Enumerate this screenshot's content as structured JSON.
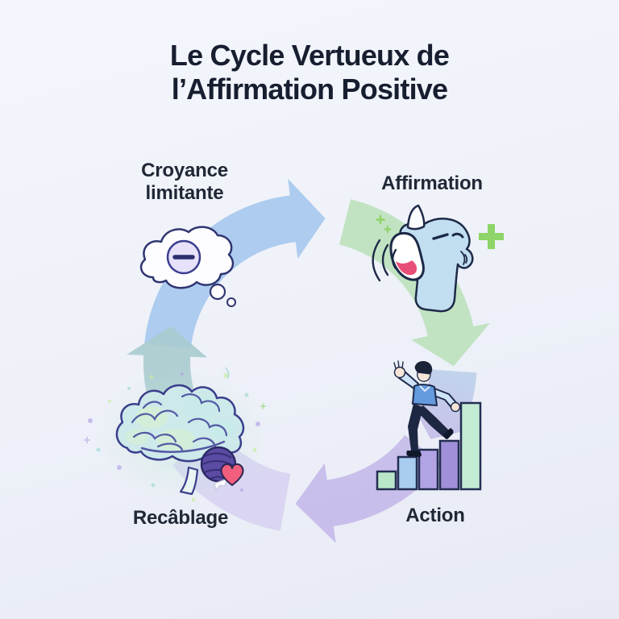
{
  "title": {
    "line1": "Le Cycle Vertueux de",
    "line2": "l’Affirmation Positive"
  },
  "stages": [
    {
      "id": "croyance-limitante",
      "label": "Croyance limitante",
      "label_line1": "Croyance",
      "label_line2": "limitante",
      "icon": "thought-bubble-minus-icon"
    },
    {
      "id": "affirmation",
      "label": "Affirmation",
      "icon": "shouting-head-icon",
      "decorations": [
        "sound-waves-icon",
        "plus-sign-icon",
        "sparkle-plus-icons"
      ]
    },
    {
      "id": "action",
      "label": "Action",
      "icon": "person-climbing-bar-chart-icon",
      "bar_chart": {
        "relative_heights": [
          22,
          40,
          49,
          60,
          107
        ],
        "colors": [
          "#b9e6c9",
          "#a9cdf0",
          "#b2a3e4",
          "#a18fd9",
          "#c3ebd4"
        ]
      }
    },
    {
      "id": "recablage",
      "label": "Recâblage",
      "icon": "glowing-brain-icon",
      "decorations": [
        "heart-icon",
        "sparkle-dots"
      ]
    }
  ],
  "cycle_arrows": [
    {
      "name": "arrow-croyance-to-affirmation",
      "color": "#a9c9ee",
      "opacity": 0.95
    },
    {
      "name": "arrow-affirmation-to-action",
      "color": "#bbe1bb",
      "opacity": 0.9
    },
    {
      "name": "arrow-fade-blue-to-purple",
      "color_start": "#b6cde9",
      "color_end": "#c0b4e6",
      "opacity": 0.8
    },
    {
      "name": "arrow-action-to-recablage",
      "color": "#c7bcea",
      "opacity": 0.95
    },
    {
      "name": "band-recablage",
      "color": "#cdc4ee",
      "opacity": 0.6
    },
    {
      "name": "arrow-recablage-to-croyance",
      "color": "#a8cbce",
      "opacity": 0.9
    }
  ],
  "palette": {
    "background_top": "#f3f6fc",
    "background_bottom": "#e7eaf5",
    "title_color": "#171e30",
    "label_color": "#202836",
    "outline_navy": "#1d2947",
    "accent_green": "#8ed468",
    "heart_pink": "#f15e7e"
  }
}
